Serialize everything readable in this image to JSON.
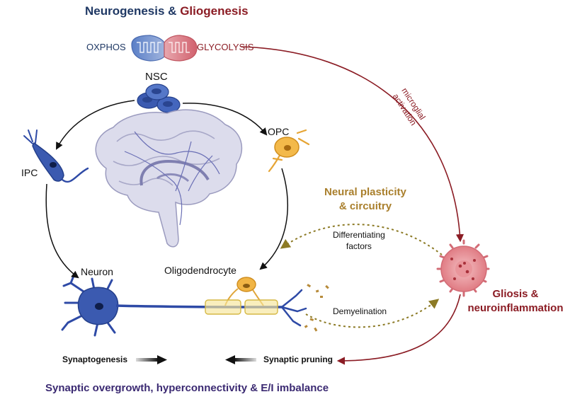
{
  "title": {
    "part1": "Neurogenesis",
    "amp": "&",
    "part2": "Gliogenesis"
  },
  "metabolism": {
    "left": "OXPHOS",
    "right": "GLYCOLYSIS"
  },
  "cells": {
    "nsc": "NSC",
    "ipc": "IPC",
    "opc": "OPC",
    "neuron": "Neuron",
    "oligodendrocyte": "Oligodendrocyte"
  },
  "arrows": {
    "microglial_line1": "microglial",
    "microglial_line2": "activation",
    "differentiating_line1": "Differentiating",
    "differentiating_line2": "factors",
    "demyelination": "Demyelination"
  },
  "plasticity": {
    "line1": "Neural plasticity",
    "line2": "& circuitry"
  },
  "gliosis": {
    "line1": "Gliosis &",
    "line2": "neuroinflammation"
  },
  "synapse": {
    "synaptogenesis": "Synaptogenesis",
    "pruning": "Synaptic pruning"
  },
  "footer": "Synaptic overgrowth, hyperconnectivity & E/I imbalance",
  "colors": {
    "navy": "#1f3864",
    "maroon": "#8b1c24",
    "gold": "#a97f2c",
    "neuron_blue": "#2e4aa6",
    "opc_orange": "#e6a535",
    "microglia_pink": "#e58a8f",
    "footer_purple": "#3b2a72"
  }
}
